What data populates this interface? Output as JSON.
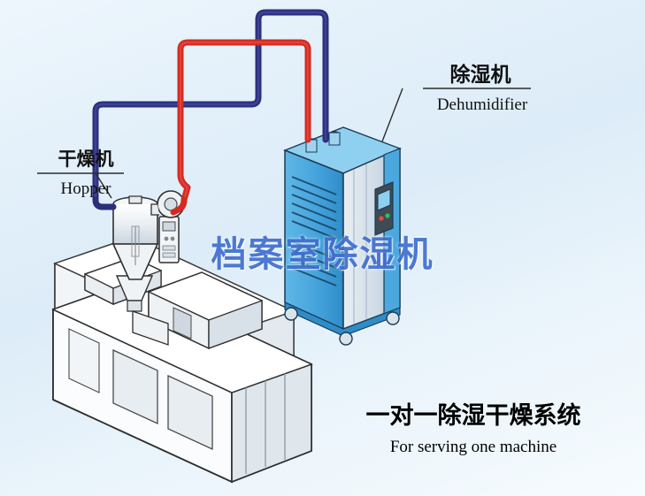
{
  "diagram": {
    "watermark": "档案室除湿机",
    "title_cn": "一对一除湿干燥系统",
    "title_en": "For serving one machine",
    "labels": {
      "dehumidifier_cn": "除湿机",
      "dehumidifier_en": "Dehumidifier",
      "hopper_cn": "干燥机",
      "hopper_en": "Hopper"
    },
    "colors": {
      "hot_pipe": "#d42a22",
      "cold_pipe": "#2b2f7a",
      "machine_body": "#4aa8de",
      "machine_panel": "#c9d9e6",
      "watermark": "#3f6fd0",
      "background": "#e6f1fa"
    }
  }
}
